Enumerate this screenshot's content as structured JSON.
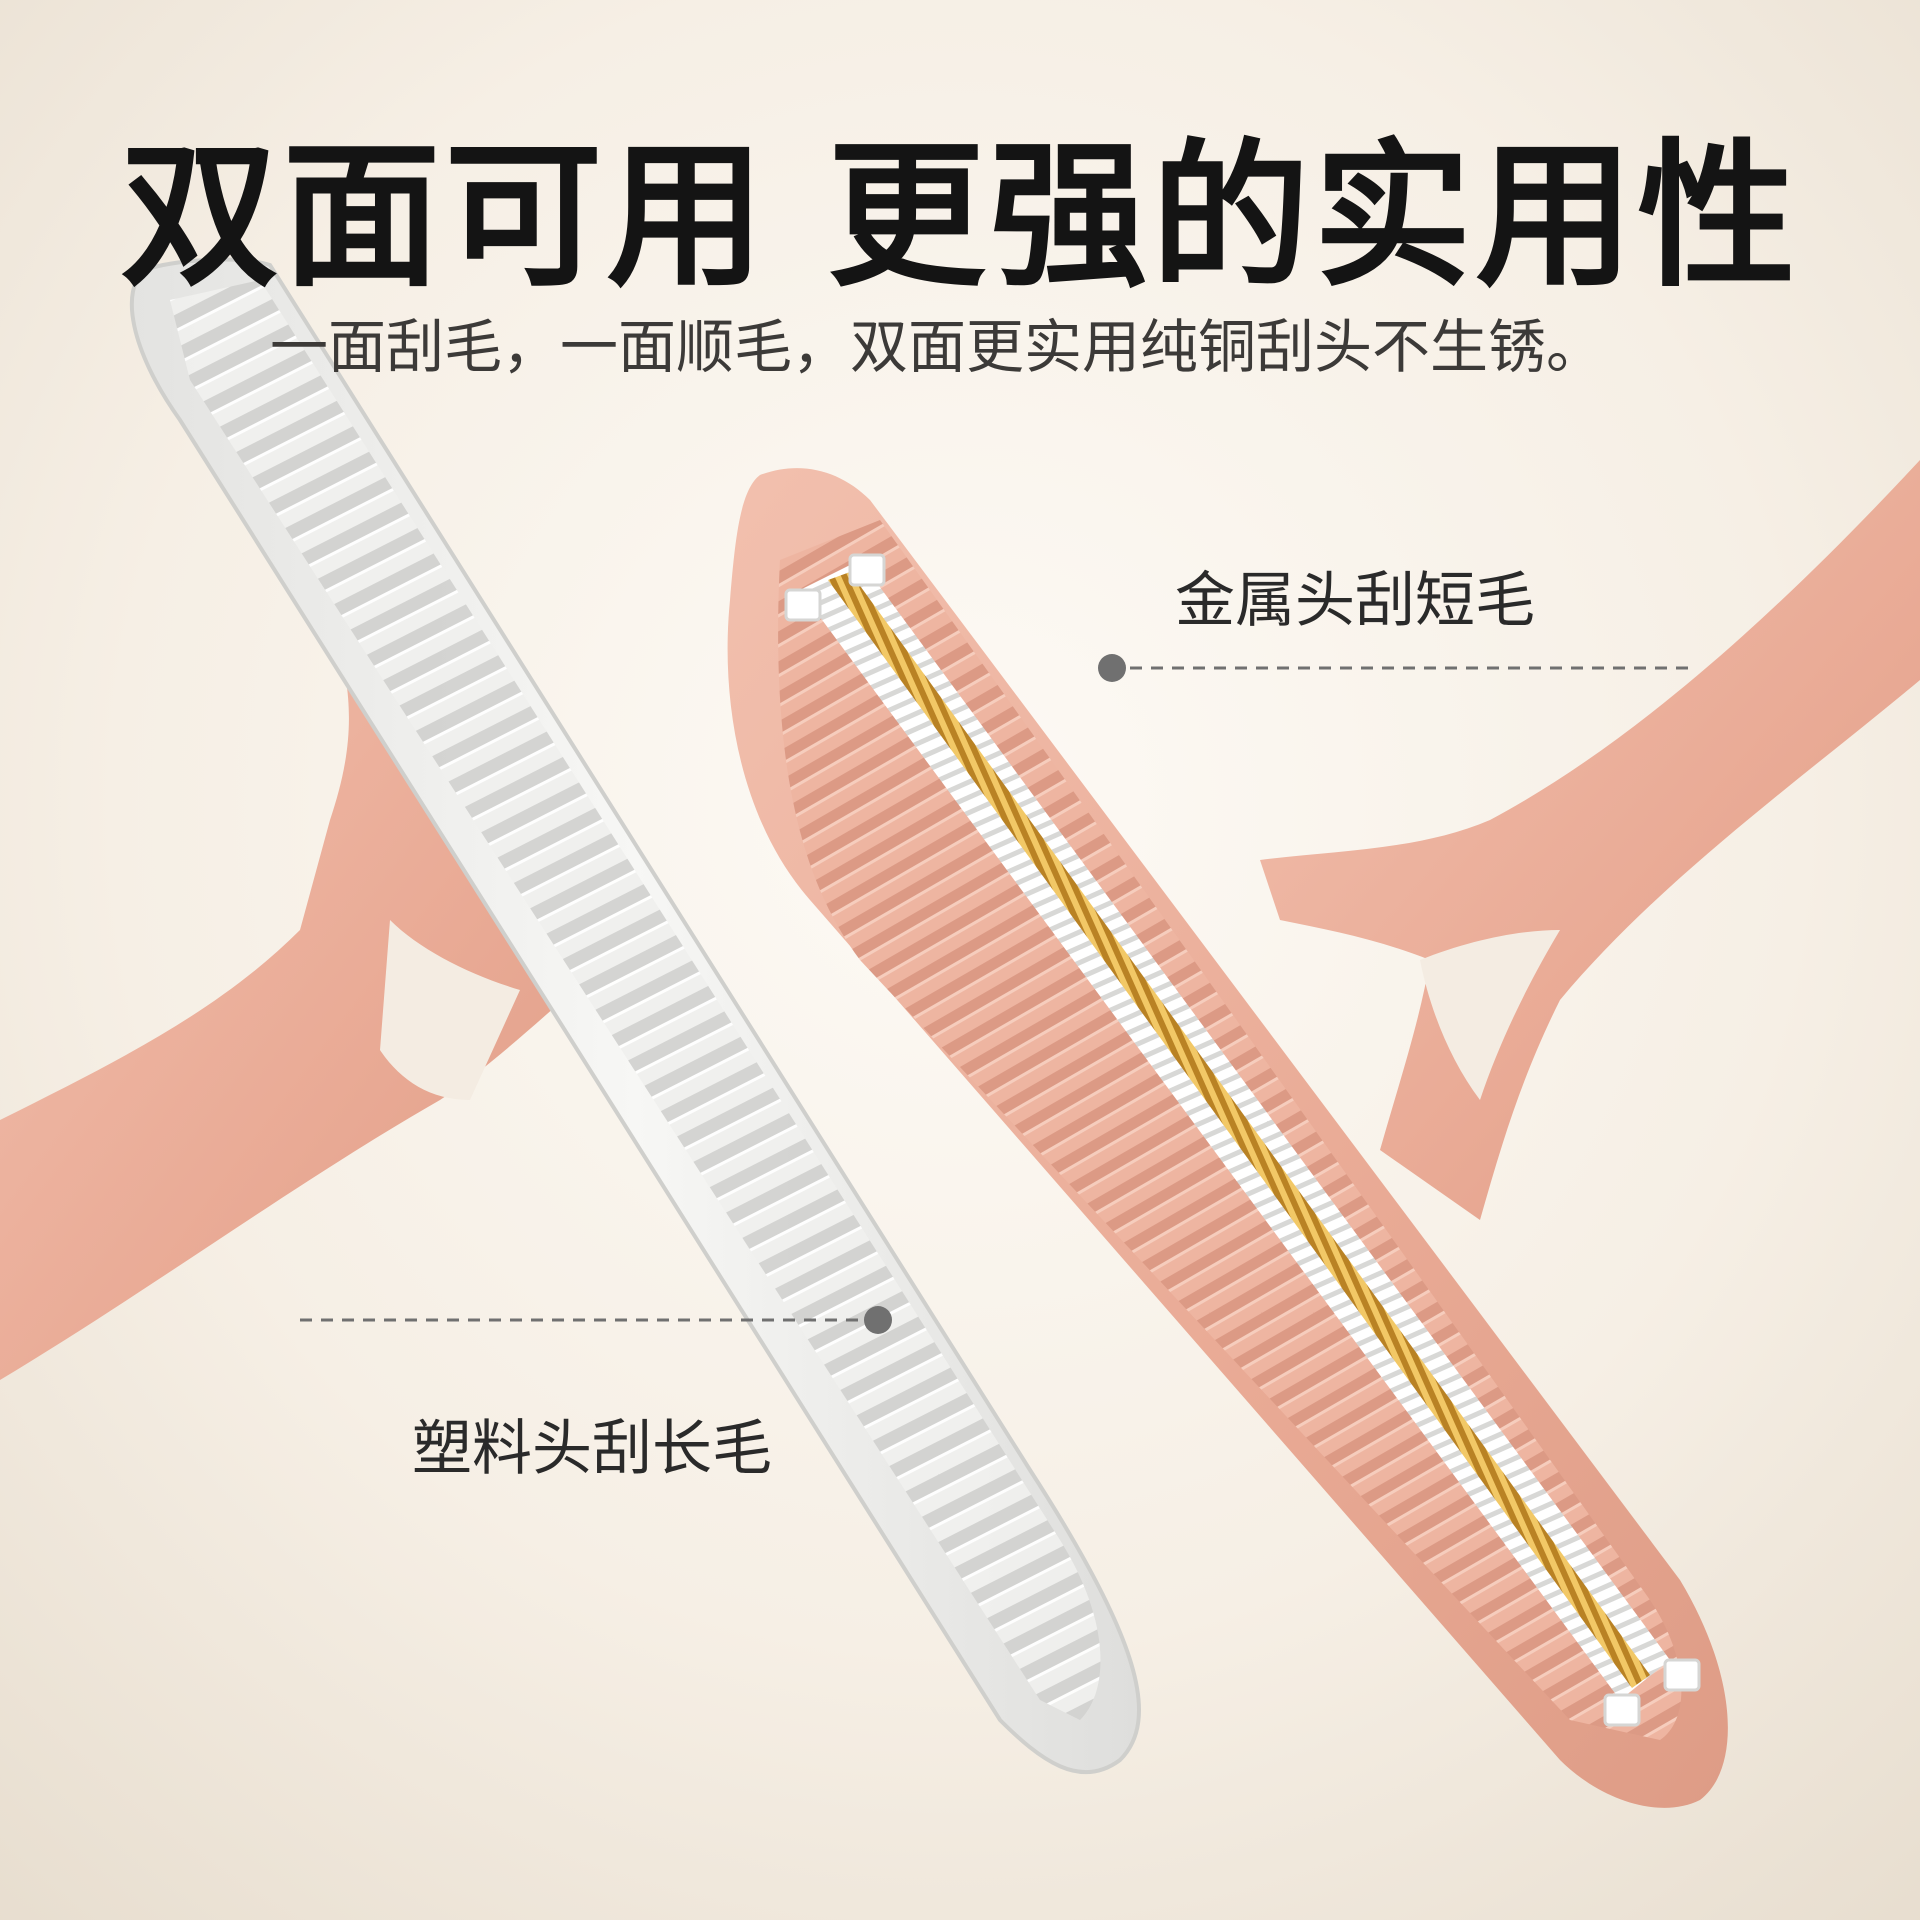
{
  "headline": "双面可用 更强的实用性",
  "subheadline": "一面刮毛，一面顺毛，双面更实用纯铜刮头不生锈。",
  "callouts": {
    "metal_head": "金属头刮短毛",
    "plastic_head": "塑料头刮长毛"
  },
  "colors": {
    "background_light": "#fbf7f1",
    "background_warm": "#ece3d6",
    "handle_pink": "#ebb09d",
    "white_head": "#f1f1ef",
    "copper_strip": "#d9a645",
    "text_dark": "#141414"
  }
}
